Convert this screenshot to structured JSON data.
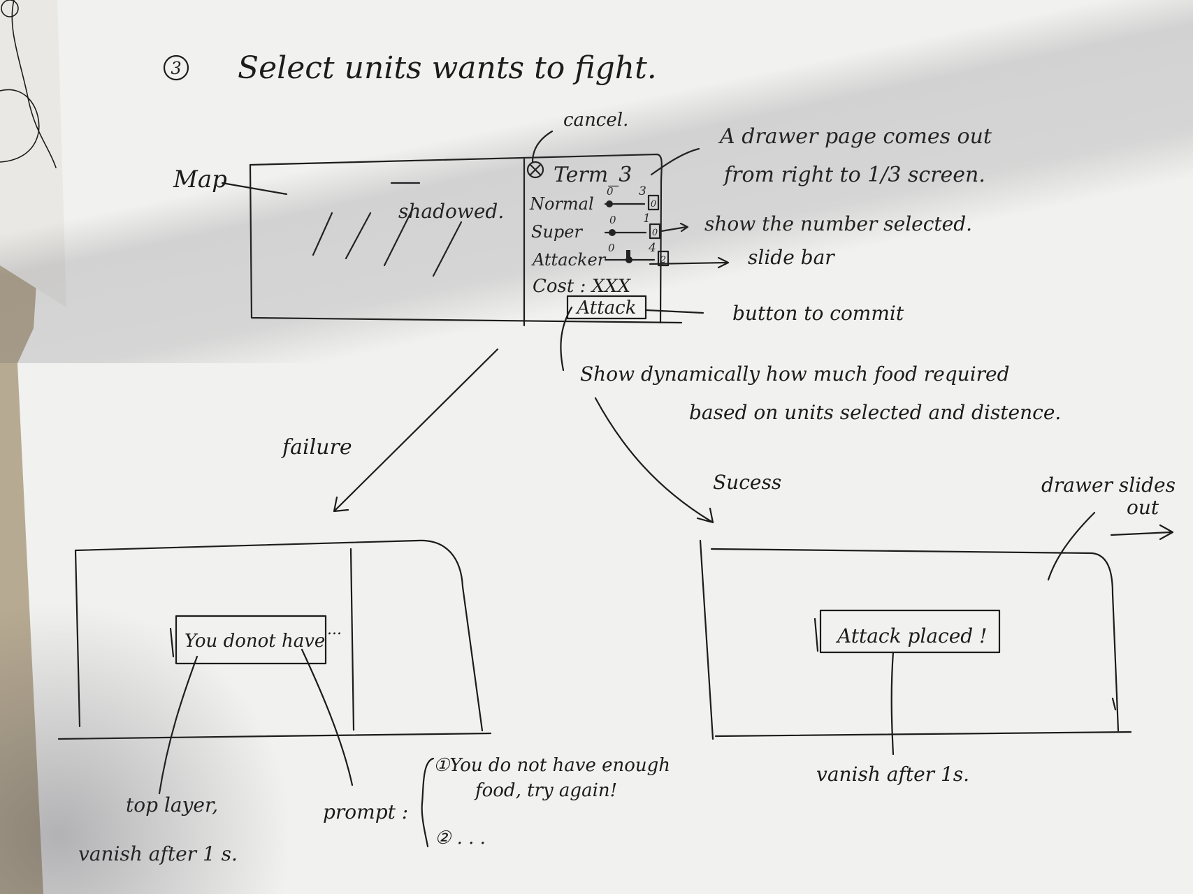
{
  "heading": {
    "step_number": "3",
    "title": "Select units wants to fight."
  },
  "top_sketch": {
    "map_label": "Map",
    "shadowed_label": "shadowed.",
    "cancel_label": "cancel.",
    "drawer": {
      "title": "Term_3",
      "cancel_symbol": "⊗",
      "units": [
        {
          "name": "Normal",
          "min": "0",
          "max": "3",
          "selected": "0"
        },
        {
          "name": "Super",
          "min": "0",
          "max": "1",
          "selected": "0"
        },
        {
          "name": "Attacker",
          "min": "0",
          "max": "4",
          "selected": "2"
        }
      ],
      "cost_label": "Cost : XXX",
      "button_label": "Attack"
    },
    "notes": {
      "drawer_note_line1": "A drawer page comes out",
      "drawer_note_line2": "from right to 1/3 screen.",
      "number_note": "show the number selected.",
      "slider_note": "slide bar",
      "button_note": "button to commit",
      "cost_note_line1": "Show dynamically how much food required",
      "cost_note_line2": "based on units selected and distence."
    }
  },
  "flow": {
    "failure_label": "failure",
    "success_label": "Sucess"
  },
  "failure_sketch": {
    "prompt_text": "You donot have",
    "ellipsis": "...",
    "note_top_layer_line1": "top layer,",
    "note_top_layer_line2": "vanish after 1 s.",
    "prompt_label": "prompt :",
    "prompt_item1_line1": "①You do not have enough",
    "prompt_item1_line2": "food, try again!",
    "prompt_item2": "② . . ."
  },
  "success_sketch": {
    "message": "Attack placed !",
    "drawer_slides_line1": "drawer slides",
    "drawer_slides_line2": "out",
    "vanish_note": "vanish after 1s."
  }
}
